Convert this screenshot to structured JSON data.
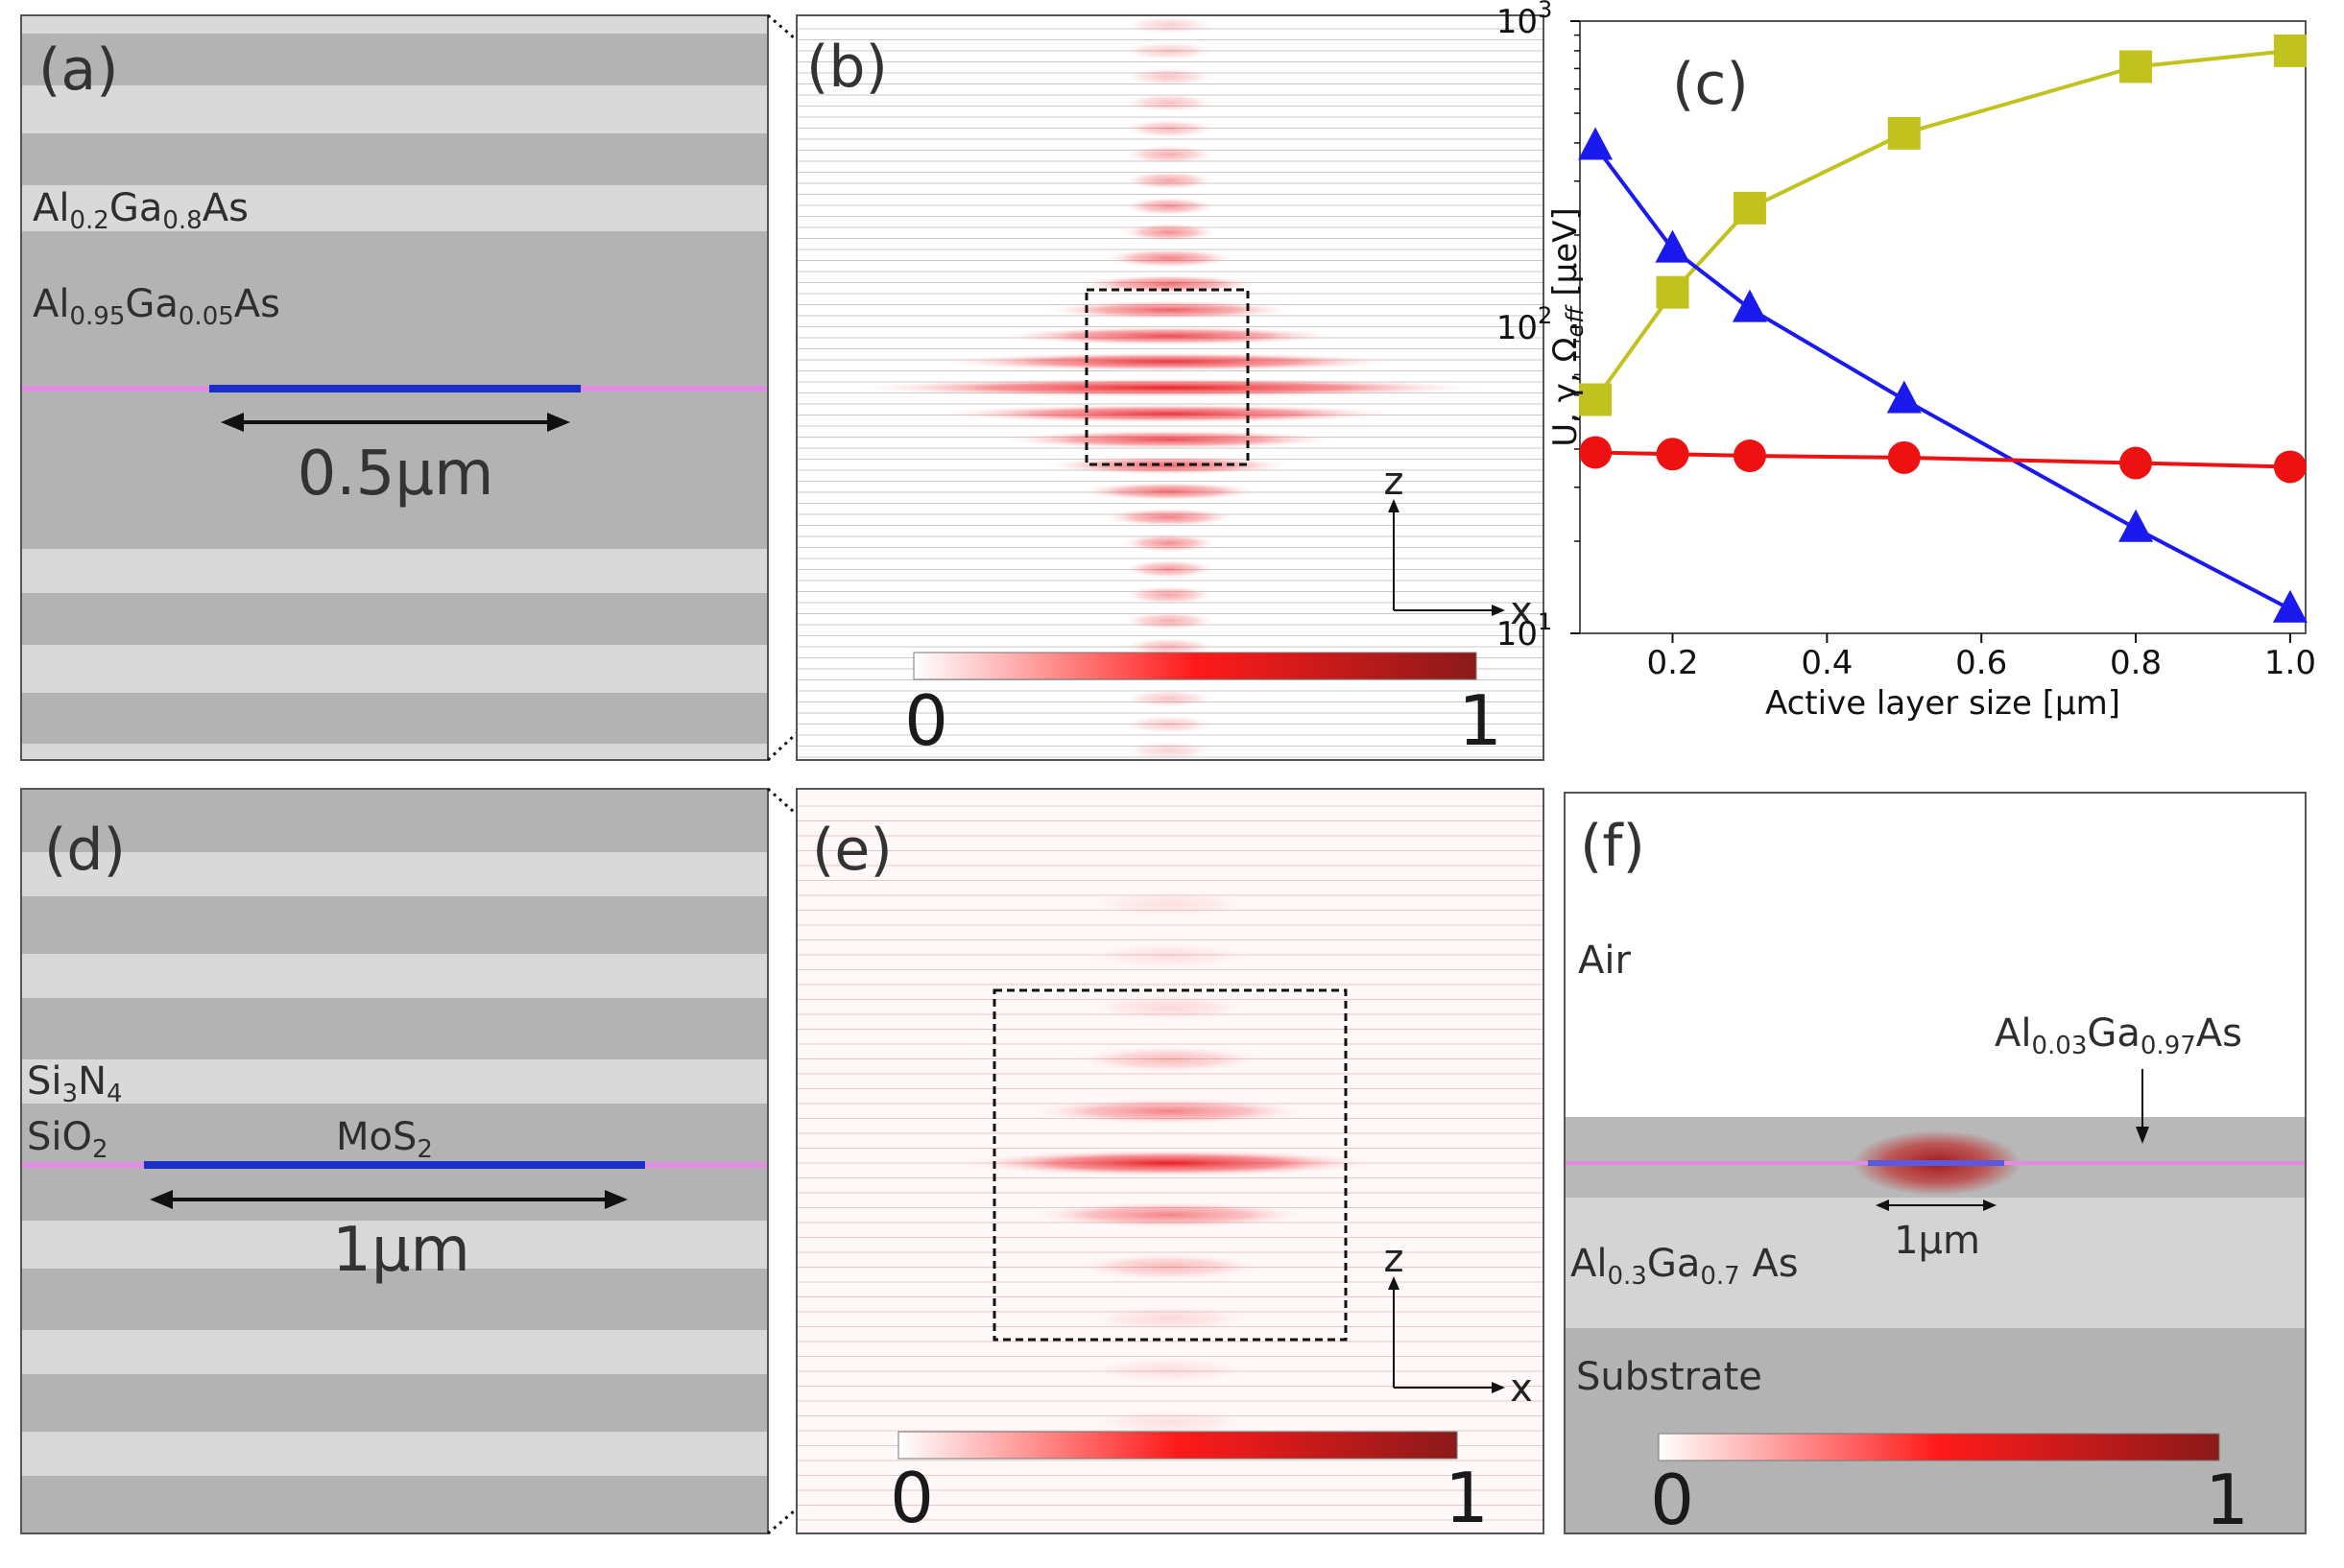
{
  "panels": {
    "a": {
      "label": "(a)",
      "mat_top_base": "Al",
      "mat_top_sub1": "0.2",
      "mat_top_mid": "Ga",
      "mat_top_sub2": "0.8",
      "mat_top_end": "As",
      "mat_bot_base": "Al",
      "mat_bot_sub1": "0.95",
      "mat_bot_mid": "Ga",
      "mat_bot_sub2": "0.05",
      "mat_bot_end": "As",
      "dimension": "0.5μm"
    },
    "b": {
      "label": "(b)",
      "z_axis": "z",
      "x_axis": "x",
      "cb_min": "0",
      "cb_max": "1"
    },
    "c": {
      "label": "(c)"
    },
    "d": {
      "label": "(d)",
      "si3n4_a": "Si",
      "si3n4_s1": "3",
      "si3n4_b": "N",
      "si3n4_s2": "4",
      "sio2_a": "SiO",
      "sio2_s": "2",
      "mos2_a": "MoS",
      "mos2_s": "2",
      "dimension": "1μm"
    },
    "e": {
      "label": "(e)",
      "z_axis": "z",
      "x_axis": "x",
      "cb_min": "0",
      "cb_max": "1"
    },
    "f": {
      "label": "(f)",
      "air": "Air",
      "top_base": "Al",
      "top_sub1": "0.03",
      "top_mid": "Ga",
      "top_sub2": "0.97",
      "top_end": "As",
      "mid_base": "Al",
      "mid_sub1": "0.3",
      "mid_mid": "Ga",
      "mid_sub2": "0.7",
      "mid_end": " As",
      "substrate": "Substrate",
      "dimension": "1μm",
      "cb_min": "0",
      "cb_max": "1"
    }
  },
  "colors": {
    "series_square": "#c2c21f",
    "series_triangle": "#1a1aee",
    "series_circle": "#ee1111"
  },
  "chart_data": {
    "type": "line",
    "title": "",
    "xlabel": "Active layer size [μm]",
    "ylabel": "U, γ, Ω_eff [μeV]",
    "ylabel_parts": {
      "main": "U, γ, Ω",
      "sub": "eff",
      "unit": " [μeV]"
    },
    "xlim": [
      0.08,
      1.02
    ],
    "ylim": [
      10,
      1000
    ],
    "yscale": "log",
    "xticks": [
      "0.2",
      "0.4",
      "0.6",
      "0.8",
      "1.0"
    ],
    "xtick_values": [
      0.2,
      0.4,
      0.6,
      0.8,
      1.0
    ],
    "yticks": [
      {
        "base": "10",
        "exp": "1",
        "value": 10
      },
      {
        "base": "10",
        "exp": "2",
        "value": 100
      },
      {
        "base": "10",
        "exp": "3",
        "value": 1000
      }
    ],
    "grid": false,
    "series": [
      {
        "marker": "square",
        "x": [
          0.1,
          0.2,
          0.3,
          0.5,
          0.8,
          1.0
        ],
        "values": [
          58,
          130,
          245,
          430,
          710,
          800
        ]
      },
      {
        "marker": "triangle",
        "x": [
          0.1,
          0.2,
          0.3,
          0.5,
          0.8,
          1.0
        ],
        "values": [
          390,
          180,
          115,
          58,
          22,
          12
        ]
      },
      {
        "marker": "circle",
        "x": [
          0.1,
          0.2,
          0.3,
          0.5,
          0.8,
          1.0
        ],
        "values": [
          39,
          38.5,
          38,
          37.5,
          36,
          35
        ]
      }
    ]
  }
}
